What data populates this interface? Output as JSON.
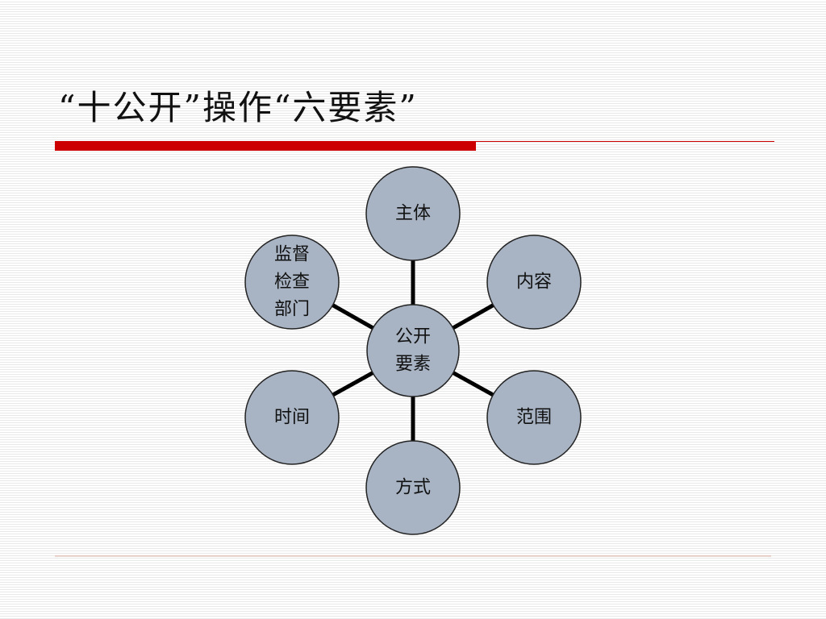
{
  "slide": {
    "title": "“十公开”操作“六要素”"
  },
  "diagram": {
    "center": [
      "公开",
      "要素"
    ],
    "nodes": [
      {
        "id": "subject",
        "lines": [
          "主体"
        ]
      },
      {
        "id": "content",
        "lines": [
          "内容"
        ]
      },
      {
        "id": "scope",
        "lines": [
          "范围"
        ]
      },
      {
        "id": "method",
        "lines": [
          "方式"
        ]
      },
      {
        "id": "time",
        "lines": [
          "时间"
        ]
      },
      {
        "id": "supervision",
        "lines": [
          "监督",
          "检查",
          "部门"
        ]
      }
    ]
  },
  "colors": {
    "accent": "#cc0000",
    "node_fill": "#a8b4c4"
  }
}
